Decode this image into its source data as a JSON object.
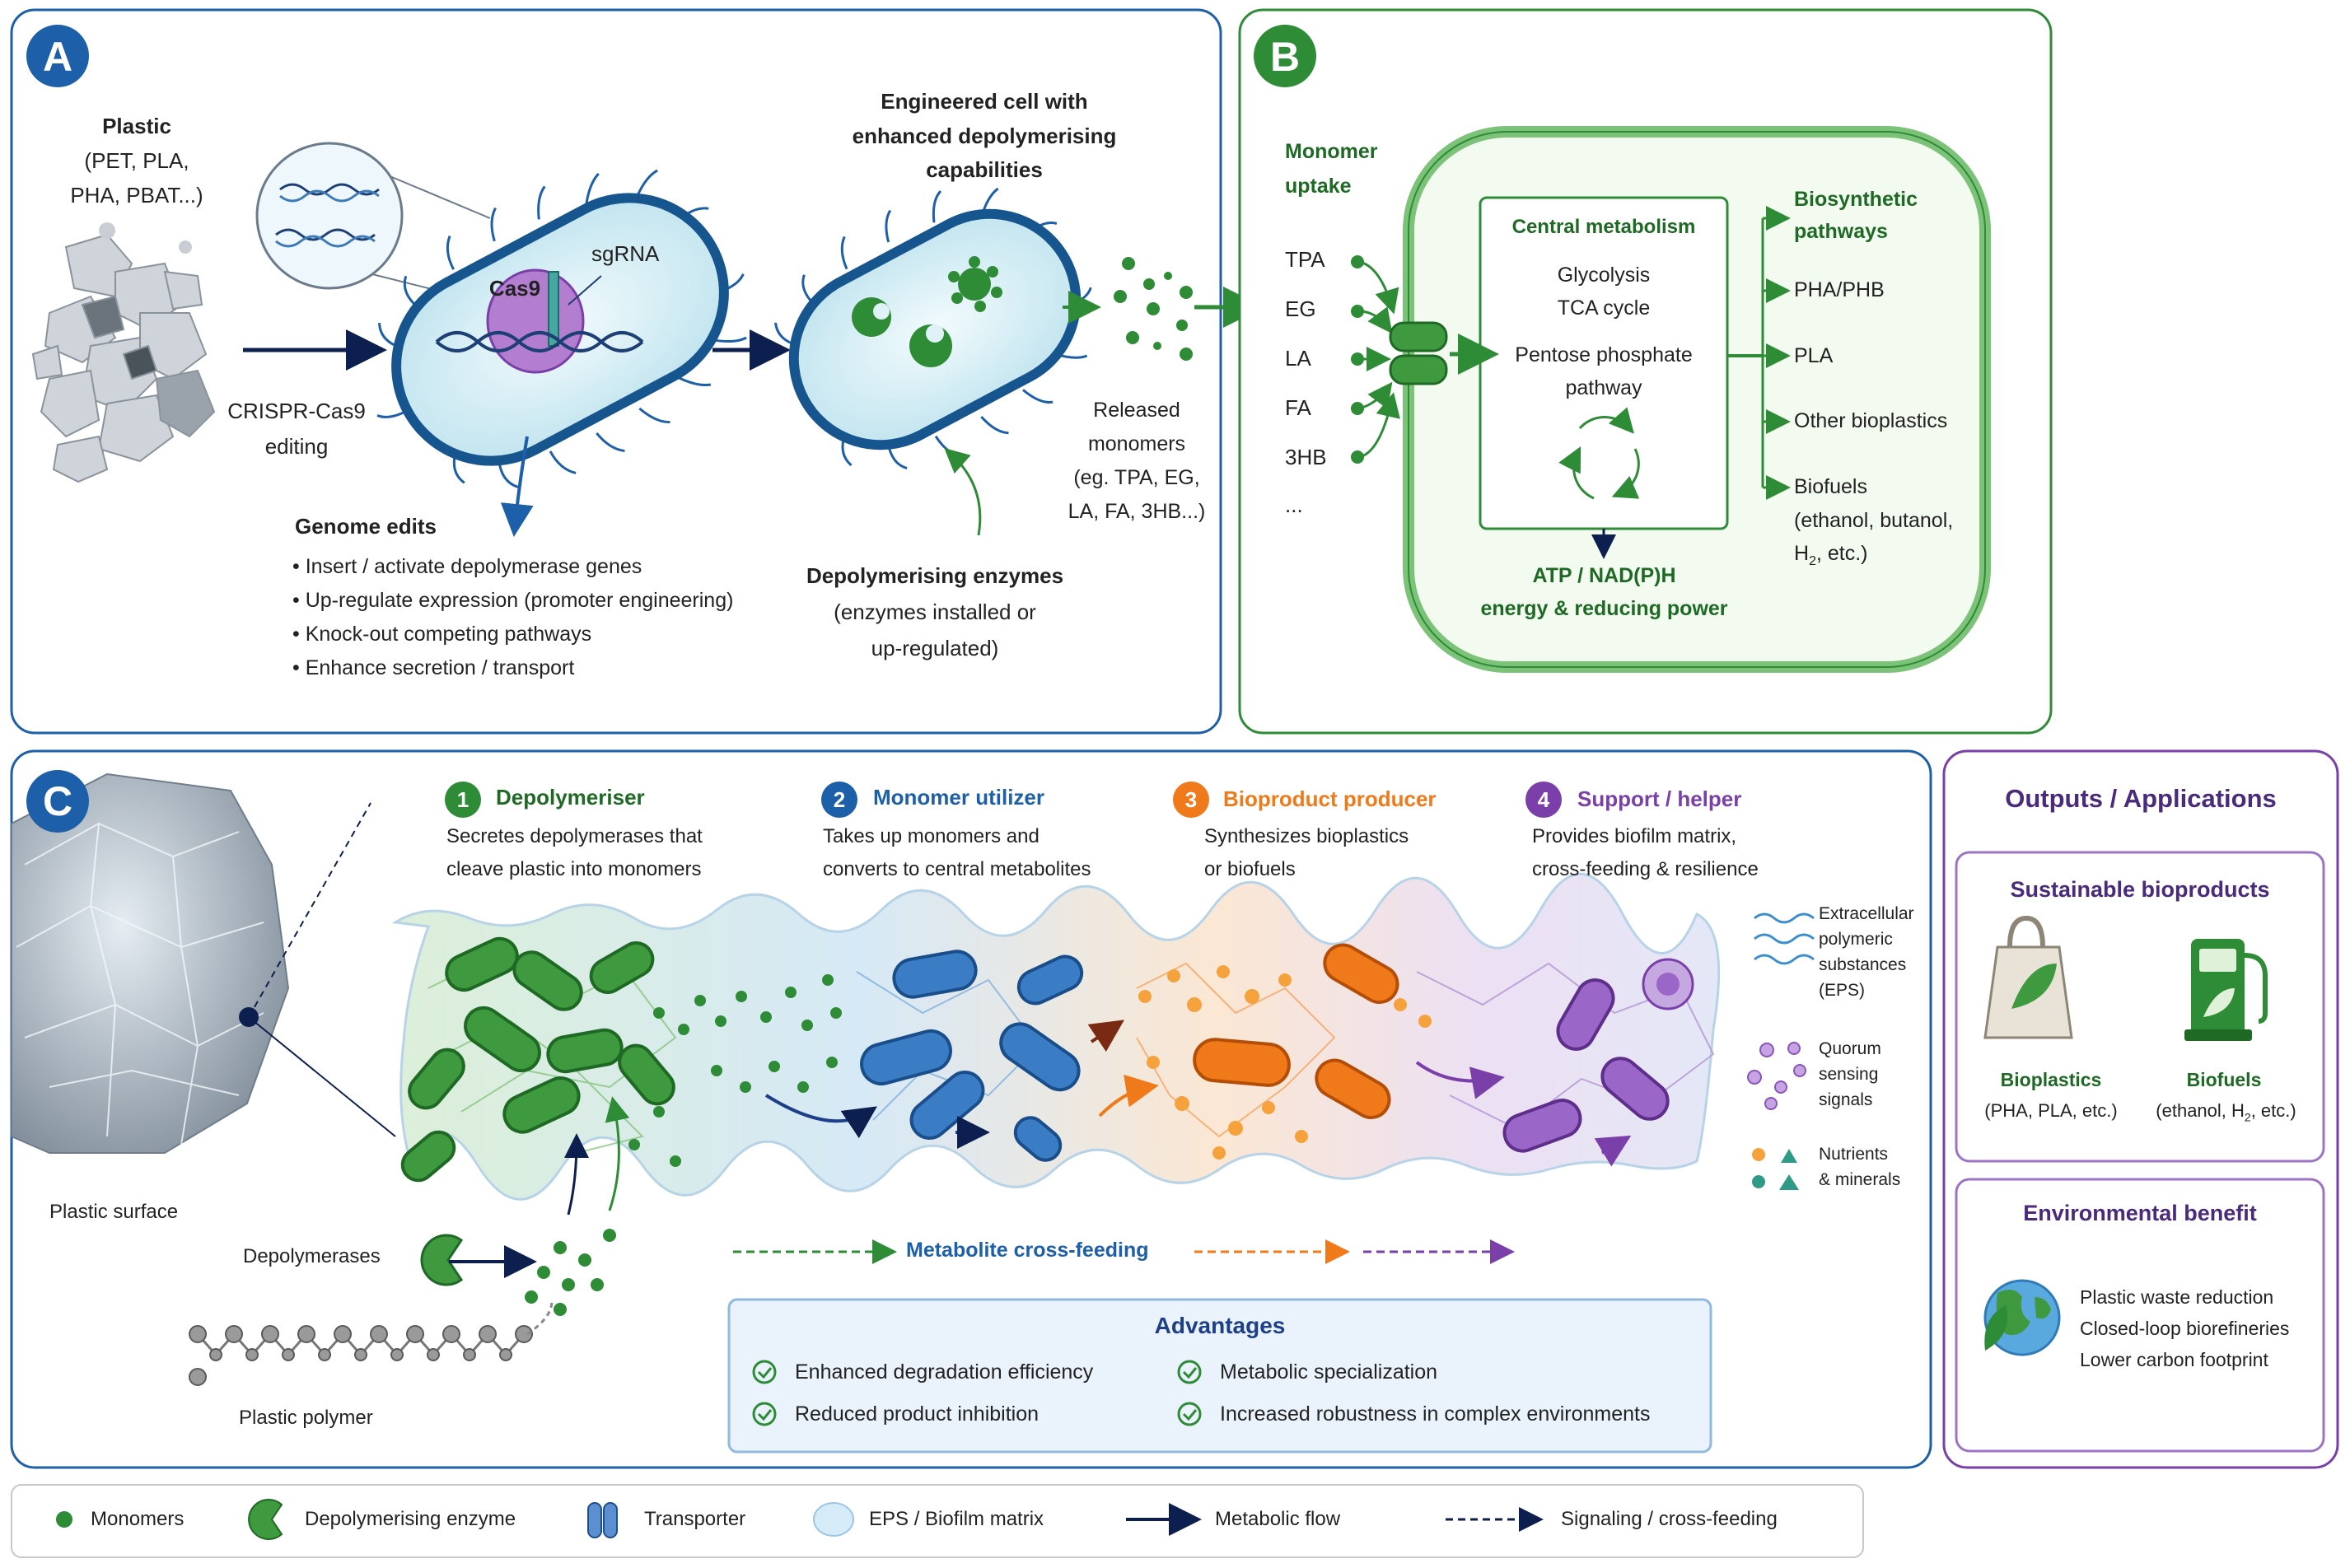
{
  "colors": {
    "blue": "#1d5fa8",
    "navy": "#0d1f4e",
    "green": "#2e8b36",
    "orange": "#f07a1a",
    "purple": "#7a3fa8"
  },
  "panelA": {
    "letter": "A",
    "plastic_title": "Plastic",
    "plastic_types": [
      "(PET, PLA,",
      "PHA, PBAT...)"
    ],
    "crispr": [
      "CRISPR-Cas9",
      "editing"
    ],
    "cas9": "Cas9",
    "sgrna": "sgRNA",
    "engineered": [
      "Engineered cell with",
      "enhanced depolymerising",
      "capabilities"
    ],
    "released": [
      "Released",
      "monomers",
      "(eg. TPA, EG,",
      "LA, FA, 3HB...)"
    ],
    "genome_title": "Genome edits",
    "genome_items": [
      "Insert / activate depolymerase genes",
      "Up-regulate expression (promoter engineering)",
      "Knock-out competing pathways",
      "Enhance secretion / transport"
    ],
    "enzymes_title": "Depolymerising enzymes",
    "enzymes_sub": [
      "(enzymes installed or",
      "up-regulated)"
    ]
  },
  "panelB": {
    "letter": "B",
    "uptake": [
      "Monomer",
      "uptake"
    ],
    "monomers": [
      "TPA",
      "EG",
      "LA",
      "FA",
      "3HB",
      "..."
    ],
    "central_title": "Central metabolism",
    "central_items": [
      "Glycolysis",
      "TCA cycle",
      "Pentose phosphate",
      "pathway"
    ],
    "atp": [
      "ATP / NAD(P)H",
      "energy & reducing power"
    ],
    "bio_title": [
      "Biosynthetic",
      "pathways"
    ],
    "products": [
      "PHA/PHB",
      "PLA",
      "Other bioplastics",
      "Biofuels"
    ],
    "biofuel_sub": [
      "(ethanol, butanol,",
      "H",
      "2",
      ", etc.)"
    ]
  },
  "panelC": {
    "letter": "C",
    "roles": [
      {
        "num": "1",
        "title": "Depolymeriser",
        "desc": [
          "Secretes depolymerases that",
          "cleave plastic into monomers"
        ]
      },
      {
        "num": "2",
        "title": "Monomer utilizer",
        "desc": [
          "Takes up monomers and",
          "converts to central metabolites"
        ]
      },
      {
        "num": "3",
        "title": "Bioproduct producer",
        "desc": [
          "Synthesizes bioplastics",
          "or biofuels"
        ]
      },
      {
        "num": "4",
        "title": "Support / helper",
        "desc": [
          "Provides biofilm matrix,",
          "cross-feeding & resilience"
        ]
      }
    ],
    "plastic_surface": "Plastic surface",
    "depolymerases": "Depolymerases",
    "plastic_polymer": "Plastic polymer",
    "crossfeeding": "Metabolite cross-feeding",
    "legend_eps": [
      "Extracellular",
      "polymeric",
      "substances",
      "(EPS)"
    ],
    "legend_quorum": [
      "Quorum",
      "sensing",
      "signals"
    ],
    "legend_nutrients": [
      "Nutrients",
      "& minerals"
    ],
    "adv_title": "Advantages",
    "advantages": [
      "Enhanced degradation efficiency",
      "Reduced product inhibition",
      "Metabolic specialization",
      "Increased robustness in complex environments"
    ]
  },
  "outputs": {
    "title": "Outputs / Applications",
    "sustainable": "Sustainable bioproducts",
    "bioplastics": "Bioplastics",
    "bioplastics_sub": "(PHA, PLA, etc.)",
    "biofuels": "Biofuels",
    "biofuels_sub": [
      "(ethanol, H",
      "2",
      ", etc.)"
    ],
    "env_title": "Environmental benefit",
    "env_items": [
      "Plastic waste reduction",
      "Closed-loop biorefineries",
      "Lower carbon footprint"
    ]
  },
  "legend": [
    "Monomers",
    "Depolymerising enzyme",
    "Transporter",
    "EPS / Biofilm matrix",
    "Metabolic flow",
    "Signaling / cross-feeding"
  ]
}
